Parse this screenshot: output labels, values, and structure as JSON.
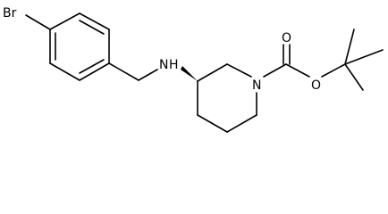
{
  "molecule": {
    "atom_labels": {
      "bromine": "Br",
      "amine_nitrogen": "N",
      "amine_hydrogen": "H",
      "ring_nitrogen": "N",
      "carbonyl_oxygen": "O",
      "ester_oxygen": "O"
    },
    "stereo_center": "wedge-bond",
    "bond_color": "#000000",
    "background": "#ffffff"
  }
}
